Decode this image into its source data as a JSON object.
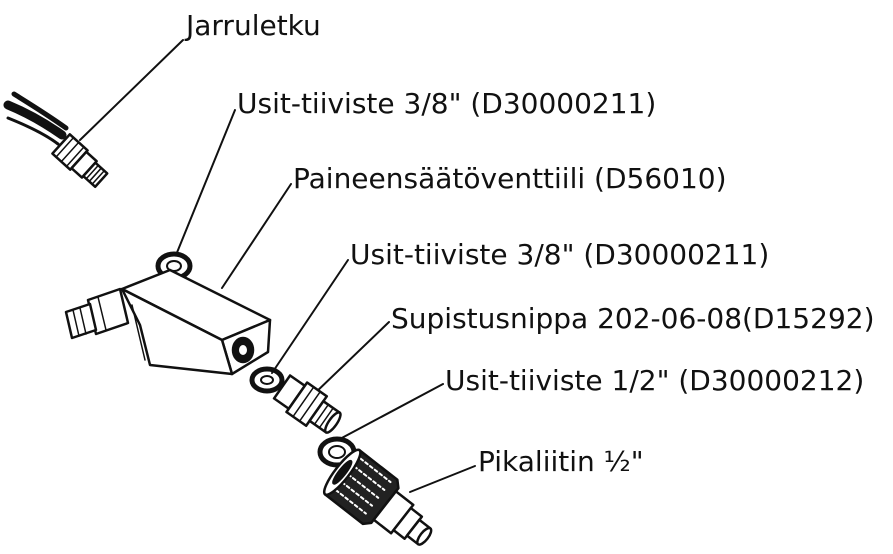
{
  "labels": {
    "jarruletku": "Jarruletku",
    "usit_tiiviste_1": "Usit-tiiviste 3/8\" (D30000211)",
    "paineensaatoventtiili": "Paineensäätöventtiili (D56010)",
    "usit_tiiviste_2": "Usit-tiiviste 3/8\" (D30000211)",
    "supistusnippa": "Supistusnippa 202-06-08(D15292)",
    "usit_tiiviste_3": "Usit-tiiviste 1/2\" (D30000212)",
    "pikaliitin": "Pikaliitin ½\""
  }
}
